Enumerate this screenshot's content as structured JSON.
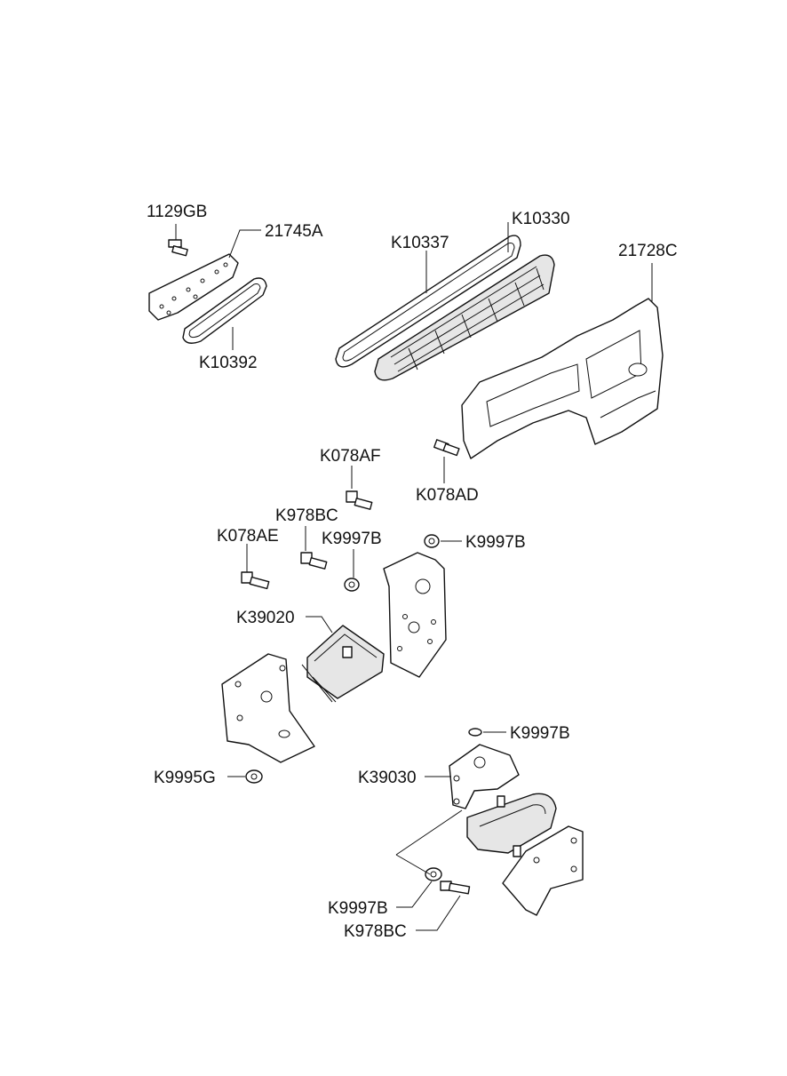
{
  "diagram": {
    "labels": {
      "p1129GB": "1129GB",
      "p21745A": "21745A",
      "pK10392": "K10392",
      "pK10337": "K10337",
      "pK10330": "K10330",
      "p21728C": "21728C",
      "pK078AF": "K078AF",
      "pK078AD": "K078AD",
      "pK978BC_top": "K978BC",
      "pK078AE": "K078AE",
      "pK9997B_mid": "K9997B",
      "pK9997B_right": "K9997B",
      "pK39020": "K39020",
      "pK9995G": "K9995G",
      "pK9997B_lower": "K9997B",
      "pK39030": "K39030",
      "pK9997B_bottom": "K9997B",
      "pK978BC_bottom": "K978BC"
    }
  }
}
